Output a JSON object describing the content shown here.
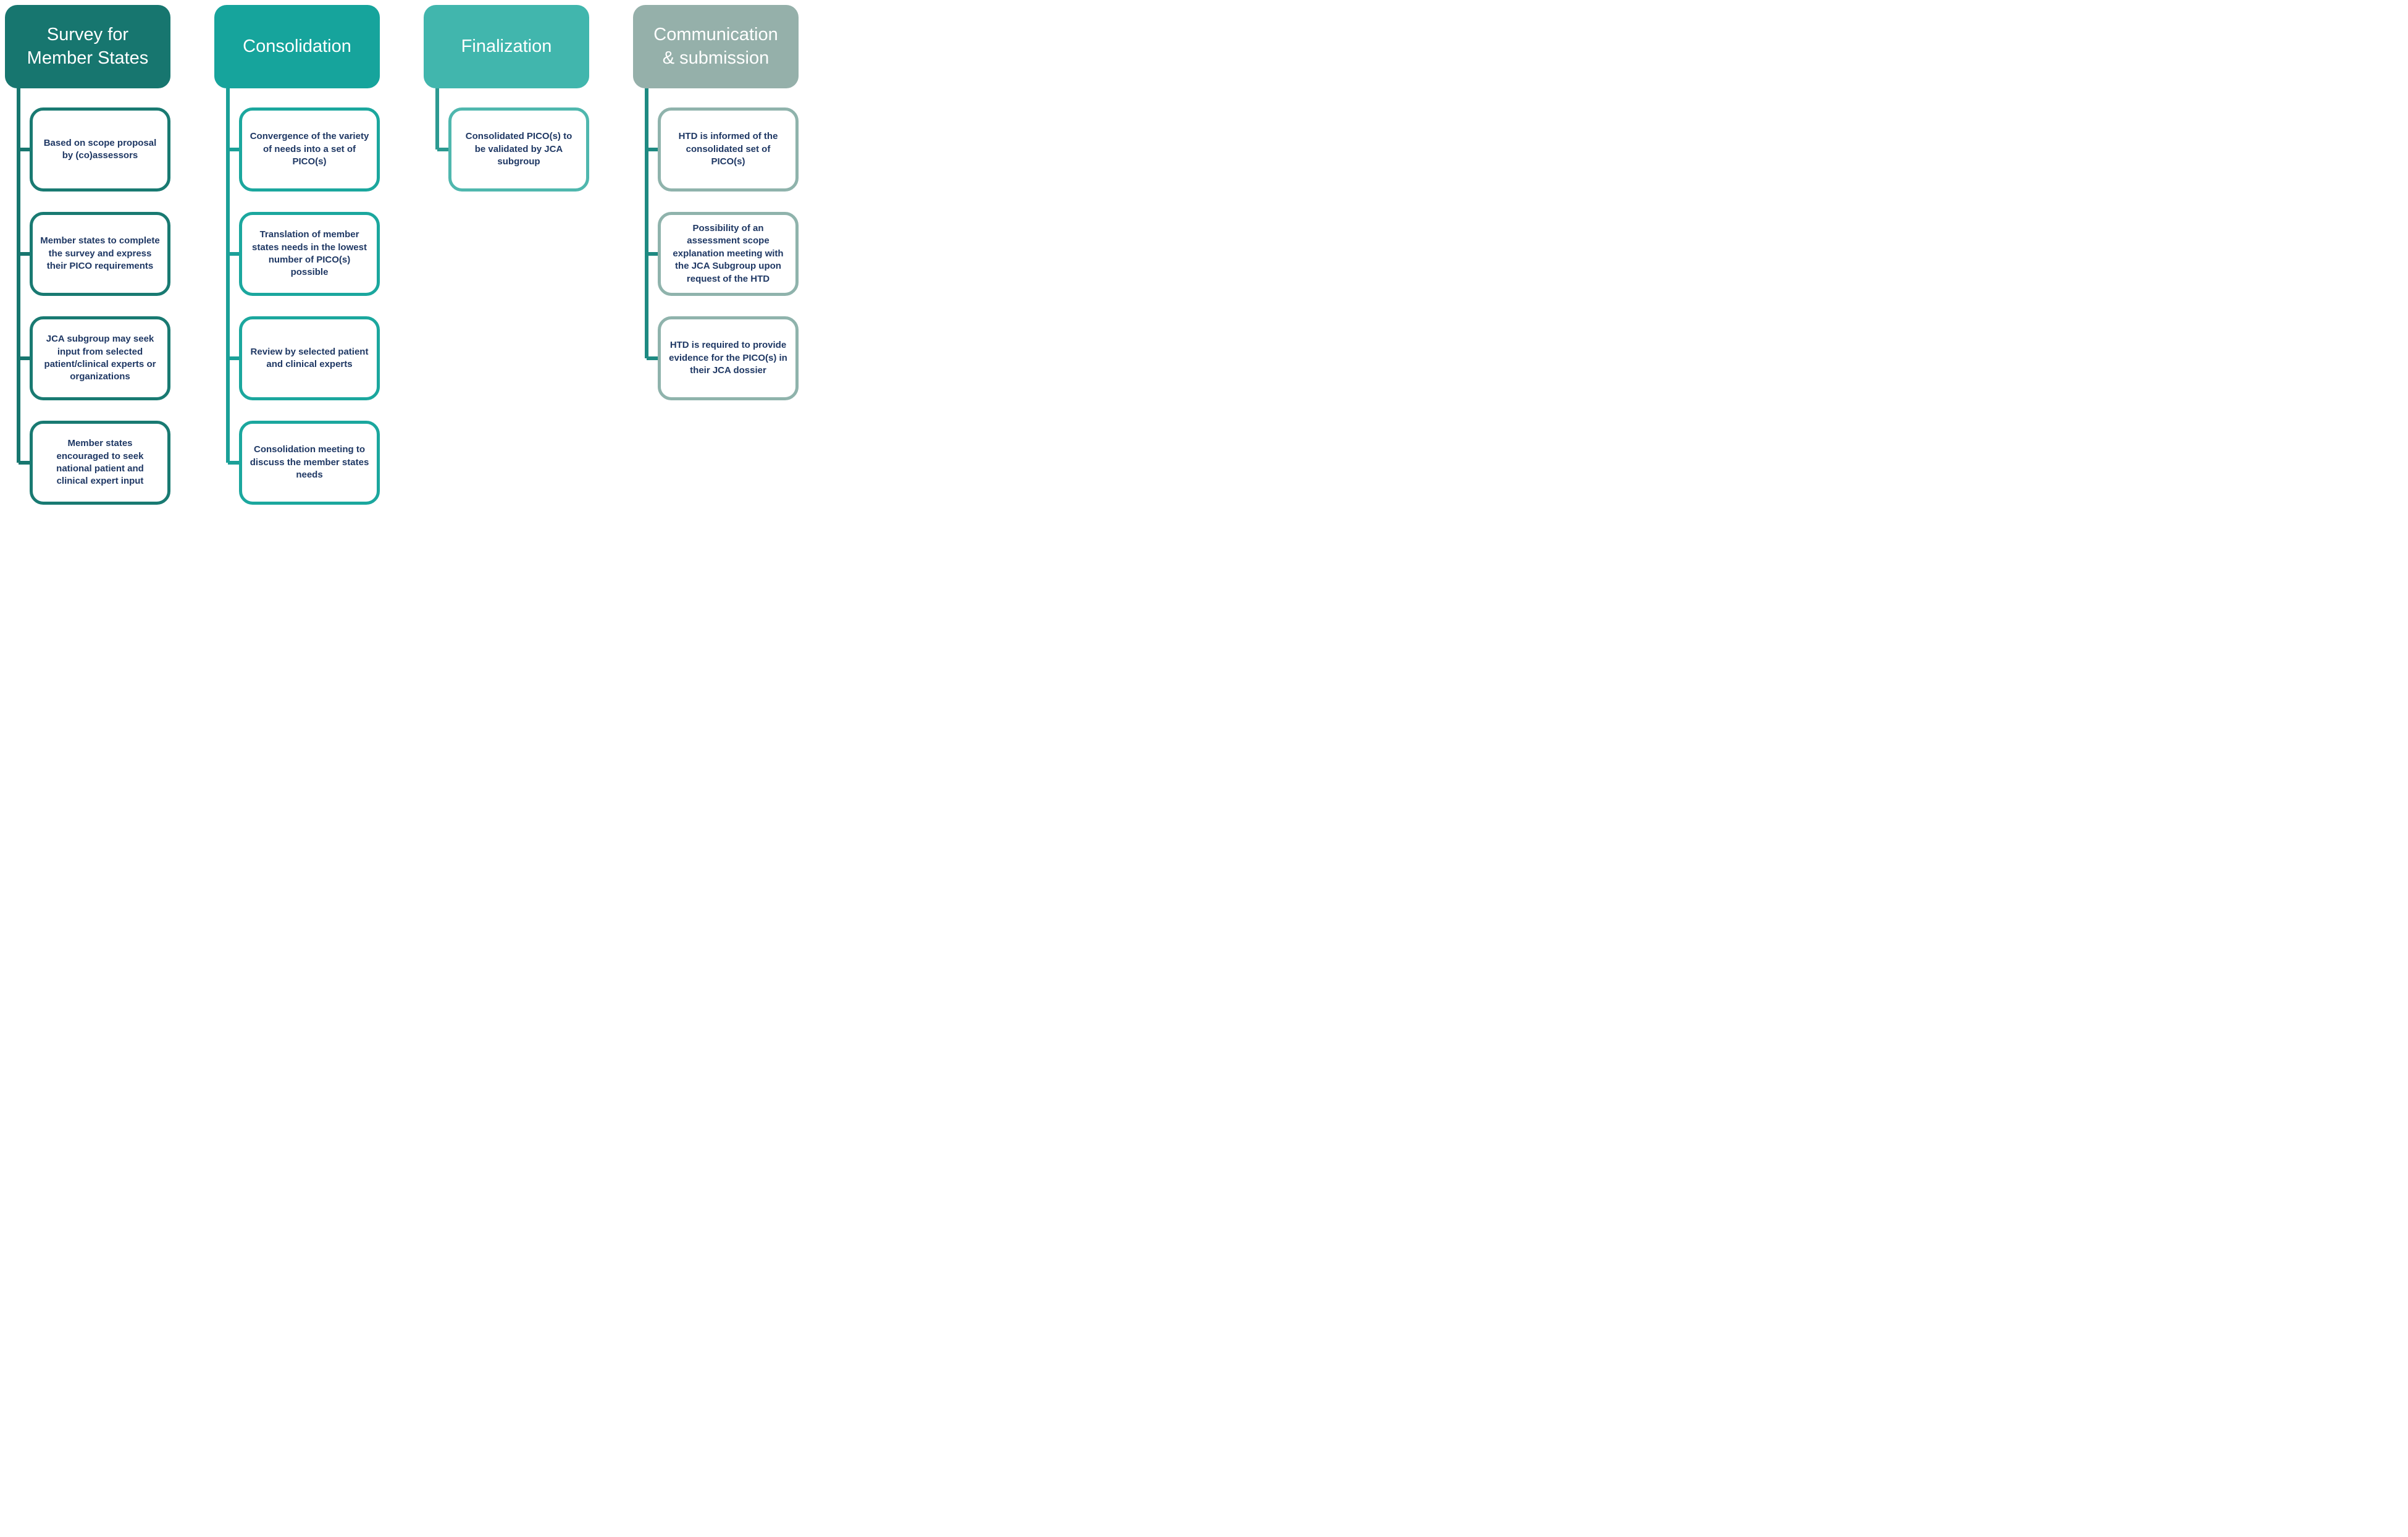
{
  "diagram": {
    "background": "#ffffff",
    "step_text_color": "#1F3864",
    "columns": [
      {
        "id": "survey-for-member-states",
        "header": {
          "label": "Survey for\nMember States",
          "fill": "#17766F",
          "text_color": "#FFFFFF"
        },
        "accent": {
          "box_border": "#197A72",
          "connector": "#17766F"
        },
        "items": [
          {
            "label": "Based on scope proposal by (co)assessors"
          },
          {
            "label": "Member states to complete the survey and express their PICO requirements"
          },
          {
            "label": "JCA subgroup may seek input from selected patient/clinical experts or organizations"
          },
          {
            "label": "Member states encouraged to seek national patient and clinical expert input"
          }
        ]
      },
      {
        "id": "consolidation",
        "header": {
          "label": "Consolidation",
          "fill": "#16A49C",
          "text_color": "#FFFFFF"
        },
        "accent": {
          "box_border": "#1BA79E",
          "connector": "#1BA098"
        },
        "items": [
          {
            "label": "Convergence of the variety of needs into a set of PICO(s)"
          },
          {
            "label": "Translation of member states needs in the lowest number of PICO(s) possible"
          },
          {
            "label": "Review by selected patient and clinical experts"
          },
          {
            "label": "Consolidation meeting to discuss the member states needs"
          }
        ]
      },
      {
        "id": "finalization",
        "header": {
          "label": "Finalization",
          "fill": "#41B6AD",
          "text_color": "#FFFFFF"
        },
        "accent": {
          "box_border": "#4FB7AE",
          "connector": "#2C9A91"
        },
        "items": [
          {
            "label": "Consolidated PICO(s) to be validated by JCA subgroup"
          }
        ]
      },
      {
        "id": "communication-and-submission",
        "header": {
          "label": "Communication\n& submission",
          "fill": "#95B0AA",
          "text_color": "#FFFFFF"
        },
        "accent": {
          "box_border": "#8FB3AC",
          "connector": "#1E8A82"
        },
        "items": [
          {
            "label": "HTD is informed of the consolidated set of PICO(s)"
          },
          {
            "label": "Possibility of an assessment scope explanation meeting with the JCA Subgroup upon request of the HTD"
          },
          {
            "label": "HTD is required to provide evidence for the PICO(s) in their JCA dossier"
          }
        ]
      }
    ]
  }
}
